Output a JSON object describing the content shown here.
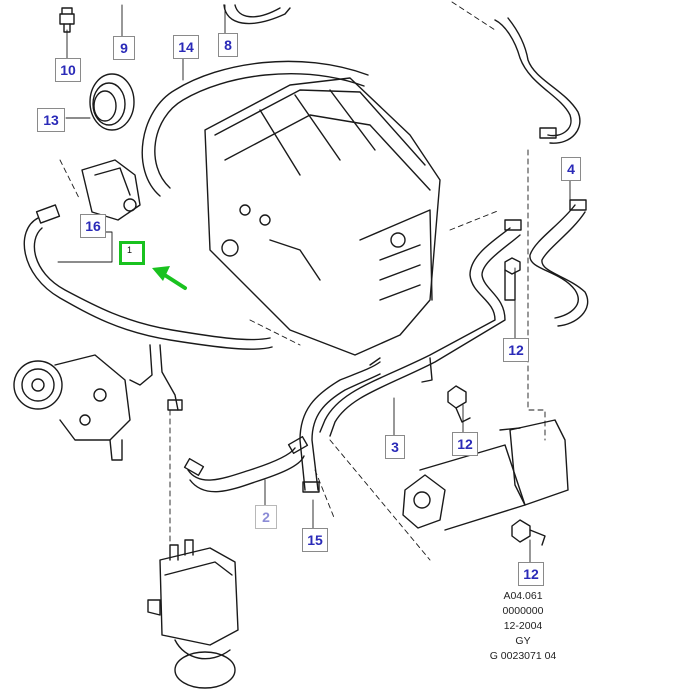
{
  "callouts": [
    {
      "id": "10",
      "label": "10"
    },
    {
      "id": "9",
      "label": "9"
    },
    {
      "id": "8",
      "label": "8"
    },
    {
      "id": "14",
      "label": "14"
    },
    {
      "id": "13",
      "label": "13"
    },
    {
      "id": "16",
      "label": "16"
    },
    {
      "id": "1",
      "label": "1"
    },
    {
      "id": "4",
      "label": "4"
    },
    {
      "id": "12a",
      "label": "12"
    },
    {
      "id": "12b",
      "label": "12"
    },
    {
      "id": "3",
      "label": "3"
    },
    {
      "id": "2",
      "label": "2"
    },
    {
      "id": "15",
      "label": "15"
    },
    {
      "id": "12c",
      "label": "12"
    }
  ],
  "reference": {
    "line1": "A04.061",
    "line2": "0000000",
    "line3": "12-2004",
    "line4": "GY",
    "line5": "G 0023071 04"
  },
  "colors": {
    "callout_text": "#2a2ab8",
    "highlight": "#19c21f",
    "line": "#1a1a1a"
  }
}
